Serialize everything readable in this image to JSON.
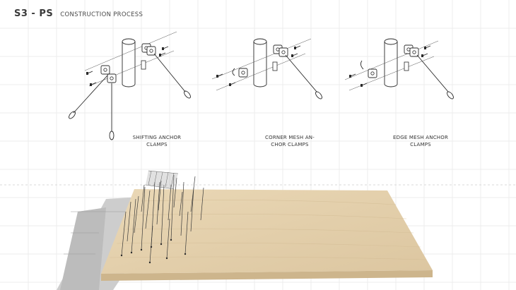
{
  "header": {
    "code": "S3 - PS",
    "title": "CONSTRUCTION PROCESS"
  },
  "clamps": [
    {
      "caption_line1": "SHIFTING ANCHOR",
      "caption_line2": "CLAMPS"
    },
    {
      "caption_line1": "CORNER MESH AN-",
      "caption_line2": "CHOR CLAMPS"
    },
    {
      "caption_line1": "EDGE MESH ANCHOR",
      "caption_line2": "CLAMPS"
    }
  ],
  "colors": {
    "line": "#2b2b2b",
    "grid": "#e6e6e6",
    "wood": "#e2cfa9",
    "shadow": "#cfcfcf"
  }
}
